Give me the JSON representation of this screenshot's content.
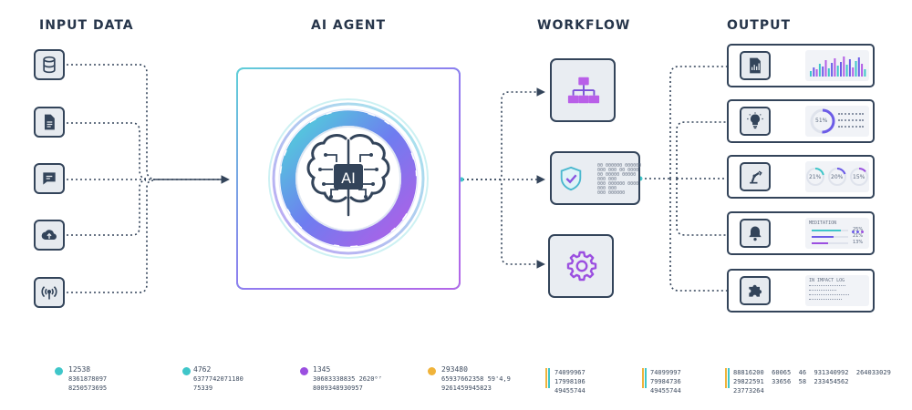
{
  "columns": {
    "input": "INPUT DATA",
    "agent": "AI AGENT",
    "workflow": "WORKFLOW",
    "output": "OUTPUT"
  },
  "agent": {
    "badge": "AI"
  },
  "inputs": [
    {
      "icon": "database-icon"
    },
    {
      "icon": "document-icon"
    },
    {
      "icon": "chat-icon"
    },
    {
      "icon": "cloud-upload-icon"
    },
    {
      "icon": "signal-icon"
    }
  ],
  "workflow": [
    {
      "icon": "hierarchy-icon"
    },
    {
      "icon": "shield-check-icon",
      "codes": [
        "00 000000 000000",
        "000 000 00 0000",
        "00 00000 00000",
        "000 000",
        "000 000000 0000",
        "000 000",
        "000 000000"
      ]
    },
    {
      "icon": "gear-icon"
    }
  ],
  "outputs": [
    {
      "icon": "report-icon",
      "kind": "bars"
    },
    {
      "icon": "lightbulb-icon",
      "kind": "gauge",
      "value": "51%"
    },
    {
      "icon": "robot-arm-icon",
      "kind": "rings",
      "values": [
        "21%",
        "20%",
        "15%"
      ]
    },
    {
      "icon": "bell-icon",
      "kind": "progress",
      "title": "MEDITATION",
      "values": [
        "25%",
        "21%",
        "13%"
      ],
      "fill": [
        0.8,
        0.6,
        0.45
      ]
    },
    {
      "icon": "puzzle-icon",
      "kind": "log",
      "title": "IN IMPACT LOG"
    }
  ],
  "stats": [
    {
      "lines": [
        "12538",
        "8361878097",
        "8250573695"
      ],
      "color": "#3fc6c9"
    },
    {
      "lines": [
        "4762",
        "6377742071180",
        "75339"
      ],
      "color": "#3fc6c9"
    },
    {
      "lines": [
        "1345",
        "30683338835 2620⁰⁷",
        "8009348930957"
      ],
      "color": "#9b4fe0"
    },
    {
      "lines": [
        "293480",
        "65937662358 59'4,9",
        "9261459945823"
      ],
      "color": "#f0b33a"
    },
    {
      "lines": [
        "74099967",
        "17998106",
        "49455744"
      ],
      "color": "bars"
    },
    {
      "lines": [
        "74099997",
        "79984736",
        "49455744"
      ],
      "color": "bars"
    },
    {
      "lines": [
        "88816200  60065  46  931340992  264033029",
        "29822591  33656  58  233454562",
        "23773264"
      ],
      "color": "bars"
    }
  ],
  "colors": {
    "ink": "#33445a",
    "teal": "#3fc6c9",
    "purple": "#9b4fe0",
    "violet": "#6c5ce7",
    "yellow": "#f0b33a"
  }
}
